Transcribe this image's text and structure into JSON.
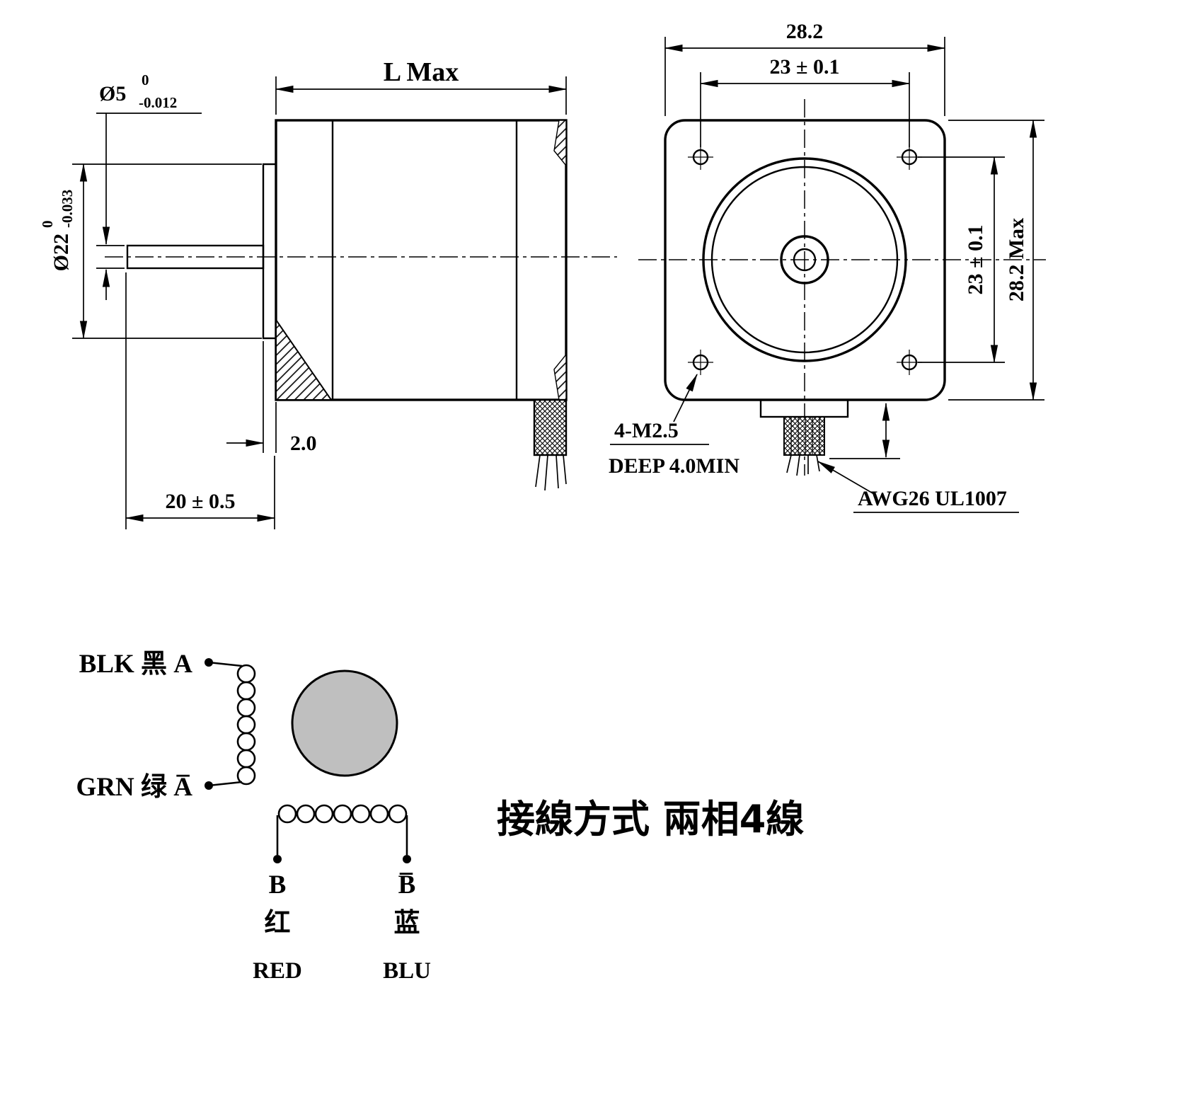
{
  "side": {
    "l_max": "L Max",
    "shaft_dia": "Ø5",
    "shaft_dia_upper": "0",
    "shaft_dia_lower": "-0.012",
    "pilot_dia": "Ø22",
    "pilot_dia_upper": "0",
    "pilot_dia_lower": "-0.033",
    "boss_depth": "2.0",
    "shaft_len": "20 ± 0.5"
  },
  "front": {
    "width": "28.2",
    "hole_span_top": "23 ± 0.1",
    "hole_span_side": "23 ± 0.1",
    "height": "28.2 Max",
    "hole_note_line1": "4-M2.5",
    "hole_note_line2": "DEEP 4.0MIN",
    "wire_note": "AWG26 UL1007"
  },
  "wiring": {
    "phase_a": "BLK 黑 A",
    "phase_a_bar": "GRN 绿 A̅",
    "phase_b": "B",
    "phase_b_bar": "B̅",
    "phase_b_cn": "红",
    "phase_b_bar_cn": "蓝",
    "phase_b_en": "RED",
    "phase_b_bar_en": "BLU",
    "title": "接線方式 兩相4線"
  },
  "colors": {
    "ink": "#000000",
    "rotor_fill": "#bfbfbf"
  }
}
